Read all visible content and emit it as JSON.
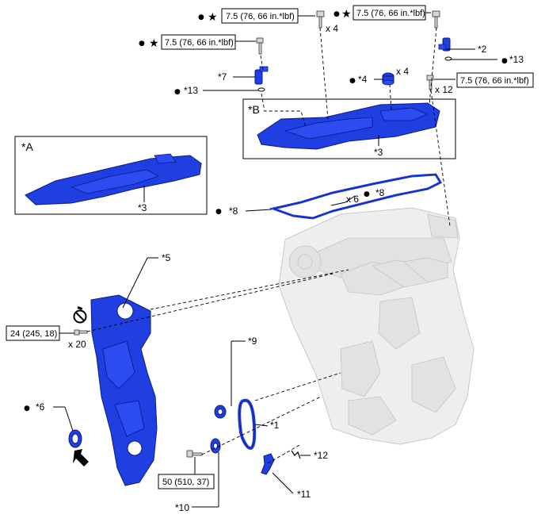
{
  "torques": {
    "t1": "7.5 (76, 66 in.*lbf)",
    "t2": "7.5 (76, 66 in.*lbf)",
    "t3": "7.5 (76, 66 in.*lbf)",
    "t4": "7.5 (76, 66 in.*lbf)",
    "t5": "24 (245, 18)",
    "t6": "50 (510, 37)"
  },
  "quantities": {
    "q1": "x 4",
    "q2": "x 4",
    "q3": "x 12",
    "q4": "x 6",
    "q5": "x 20"
  },
  "callouts": {
    "c1": "*1",
    "c2": "*2",
    "c3a": "*3",
    "c3b": "*3",
    "c4": "*4",
    "c5": "*5",
    "c6": "*6",
    "c7": "*7",
    "c8a": "*8",
    "c8b": "*8",
    "c9": "*9",
    "c10": "*10",
    "c11": "*11",
    "c12": "*12",
    "c13a": "*13",
    "c13b": "*13"
  },
  "views": {
    "a": "*A",
    "b": "*B"
  },
  "symbols": {
    "bullet": "●",
    "star": "★"
  },
  "icons": [
    "no-reuse-icon",
    "apply-arrow-icon"
  ]
}
